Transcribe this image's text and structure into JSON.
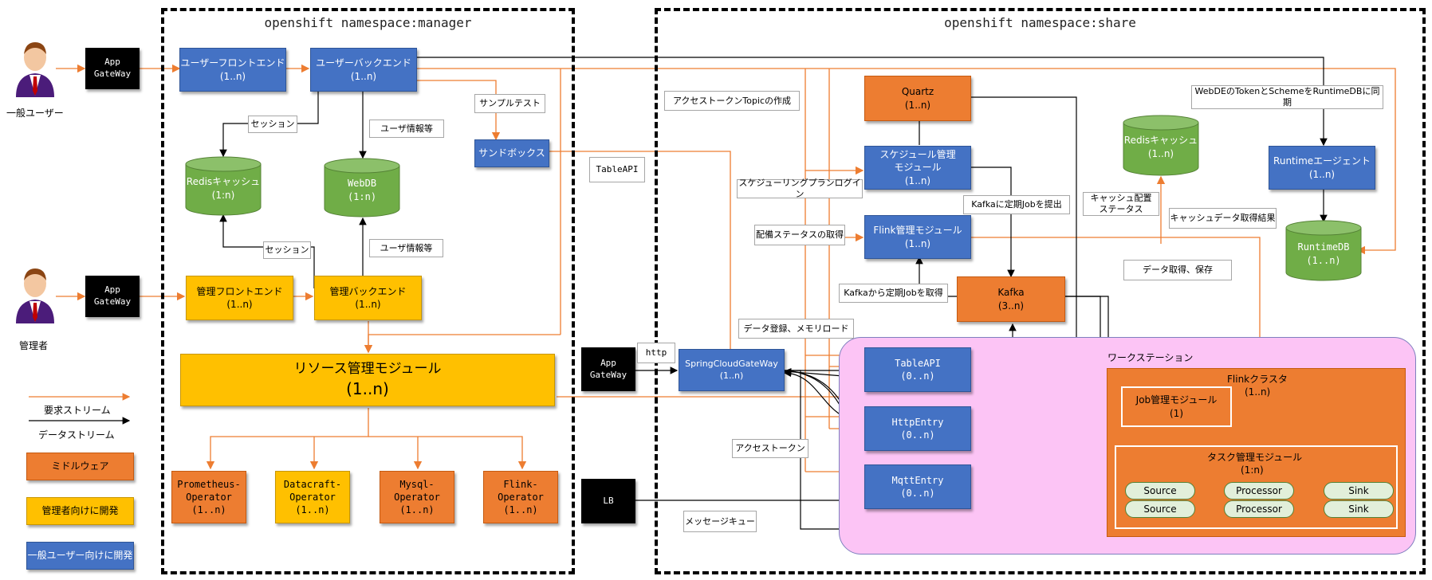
{
  "namespaces": {
    "manager": "openshift namespace:manager",
    "share": "openshift namespace:share"
  },
  "actors": {
    "general_user": "一般ユーザー",
    "admin": "管理者"
  },
  "gateways": {
    "app_gateway": [
      "App",
      "GateWay"
    ],
    "http": "http",
    "lb": "LB"
  },
  "manager": {
    "user_frontend": [
      "ユーザーフロントエンド",
      "(1..n)"
    ],
    "user_backend": [
      "ユーザーバックエンド",
      "(1..n)"
    ],
    "redis": [
      "Redisキャッシュ",
      "(1:n)"
    ],
    "webdb": [
      "WebDB",
      "(1:n)"
    ],
    "sandbox": "サンドボックス",
    "admin_frontend": [
      "管理フロントエンド",
      "(1..n)"
    ],
    "admin_backend": [
      "管理バックエンド",
      "(1..n)"
    ],
    "resource_module": [
      "リソース管理モジュール",
      "(1..n)"
    ],
    "operators": [
      [
        "Prometheus-",
        "Operator",
        "(1..n)"
      ],
      [
        "Datacraft-",
        "Operator",
        "(1..n)"
      ],
      [
        "Mysql-",
        "Operator",
        "(1..n)"
      ],
      [
        "Flink-",
        "Operator",
        "(1..n)"
      ]
    ],
    "labels": {
      "session1": "セッション",
      "userinfo1": "ユーザ情報等",
      "sample_test": "サンプルテスト",
      "session2": "セッション",
      "userinfo2": "ユーザ情報等"
    }
  },
  "legend": {
    "request_stream": "要求ストリーム",
    "data_stream": "データストリーム",
    "middleware": "ミドルウェア",
    "admin_dev": "管理者向けに開発",
    "user_dev": "一般ユーザー向けに開発"
  },
  "share": {
    "quartz": [
      "Quartz",
      "(1..n)"
    ],
    "schedule_module": [
      "スケジュール管理",
      "モジュール",
      "(1..n)"
    ],
    "flink_module": [
      "Flink管理モジュール",
      "(1..n)"
    ],
    "kafka": [
      "Kafka",
      "(3..n)"
    ],
    "redis": [
      "Redisキャッシュ",
      "(1..n)"
    ],
    "runtime_agent": [
      "Runtimeエージェント",
      "(1..n)"
    ],
    "runtime_db": [
      "RuntimeDB",
      "(1..n)"
    ],
    "spring_gateway": [
      "SpringCloudGateWay",
      "(1..n)"
    ],
    "tableapi": [
      "TableAPI",
      "(0..n)"
    ],
    "httpentry": [
      "HttpEntry",
      "(0..n)"
    ],
    "mqttentry": [
      "MqttEntry",
      "(0..n)"
    ],
    "workstation": "ワークステーション",
    "flink_cluster": [
      "Flinkクラスタ",
      "(1..n)"
    ],
    "job_module": [
      "Job管理モジュール",
      "(1)"
    ],
    "task_module": [
      "タスク管理モジュール",
      "(1:n)"
    ],
    "pipeline": [
      "Source",
      "Processor",
      "Sink"
    ],
    "labels": {
      "access_token_topic": "アクセストークンTopicの作成",
      "tableapi": "TableAPI",
      "schedule_login": "スケジューリングプランログイン",
      "deploy_status": "配備ステータスの取得",
      "kafka_submit": "Kafkaに定期Jobを提出",
      "kafka_fetch": "Kafkaから定期Jobを取得",
      "data_register": "データ登録、メモリロード",
      "access_token": "アクセストークン",
      "message_queue": "メッセージキュー",
      "cache_status": [
        "キャッシュ配置",
        "ステータス"
      ],
      "cache_result": "キャッシュデータ取得結果",
      "data_fetch": "データ取得、保存",
      "webde_sync": "WebDEのTokenとSchemeをRuntimeDBに同期"
    }
  }
}
